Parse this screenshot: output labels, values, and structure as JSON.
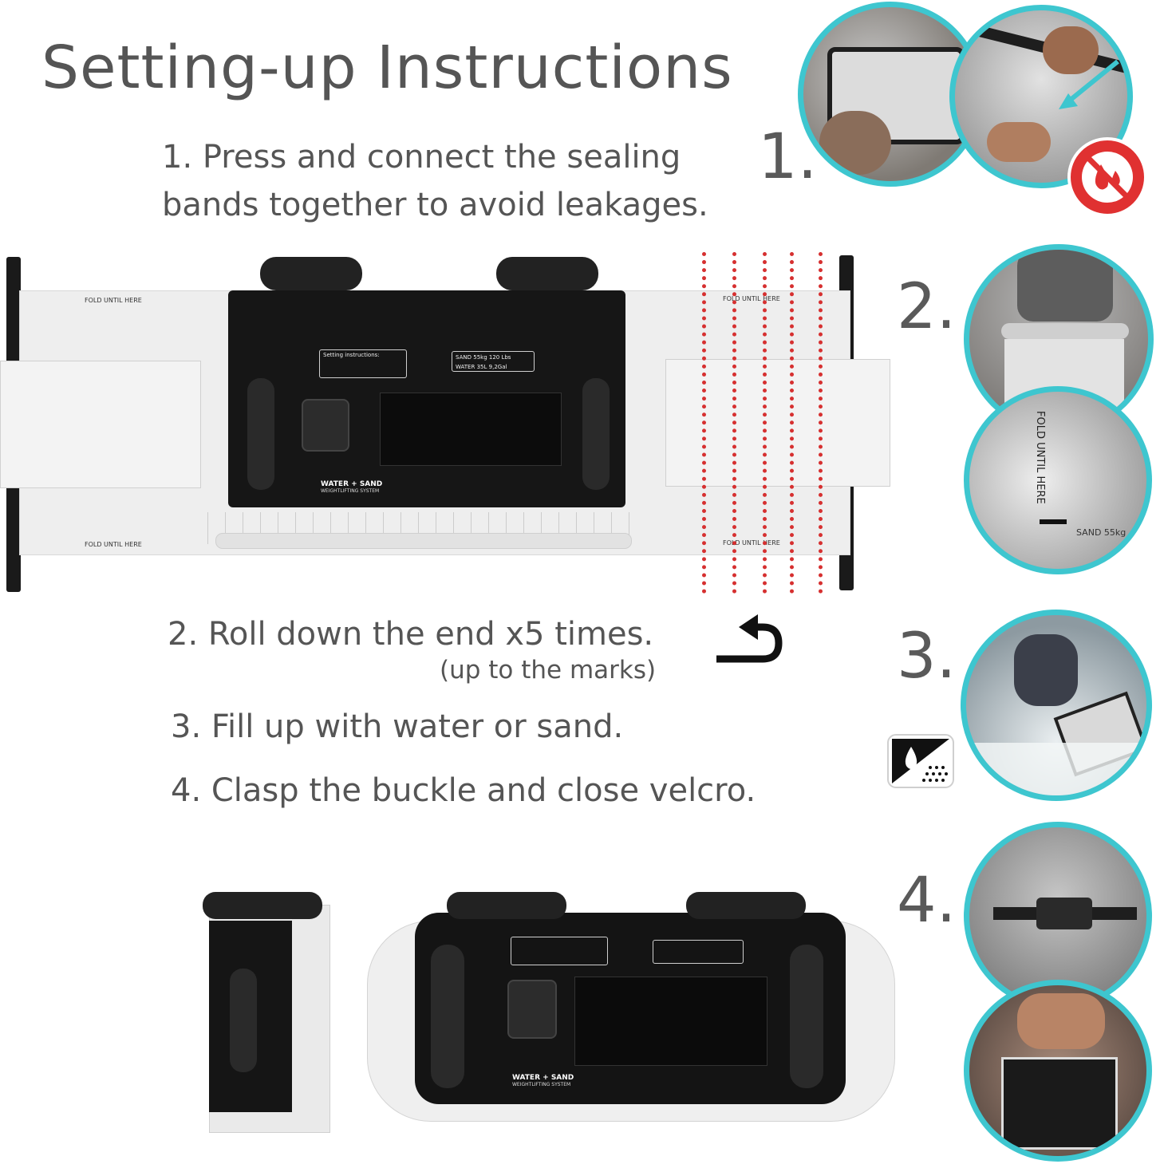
{
  "title": "Setting-up Instructions",
  "steps": {
    "s1_line1": "1. Press and connect the sealing",
    "s1_line2": "bands together to avoid leakages.",
    "s2": "2. Roll down the end x5 times.",
    "s2_sub": "(up to the marks)",
    "s3": "3. Fill up with water or sand.",
    "s4": "4. Clasp the buckle and close velcro."
  },
  "numbers": {
    "n1": "1.",
    "n2": "2.",
    "n3": "3.",
    "n4": "4."
  },
  "bag": {
    "fold_label": "FOLD UNTIL HERE",
    "brand_line1": "WATER + SAND",
    "brand_line2": "WEIGHTLIFTING SYSTEM",
    "instructions_heading": "Setting instructions:",
    "sand_label": "SAND",
    "sand_kg": "55kg",
    "sand_lbs": "120 Lbs",
    "water_label": "WATER",
    "water_l": "35L",
    "water_gal": "9,2Gal"
  },
  "photo_text": {
    "fold_vertical": "FOLD UNTIL HERE",
    "sand_55": "SAND 55kg"
  },
  "colors": {
    "accent": "#3ec6cf",
    "red": "#d63030",
    "text": "#555555",
    "bag_black": "#161616",
    "bag_white": "#eeeeee"
  },
  "icons": [
    "no-leak-icon",
    "roll-arrow-icon",
    "water-sand-icon"
  ]
}
